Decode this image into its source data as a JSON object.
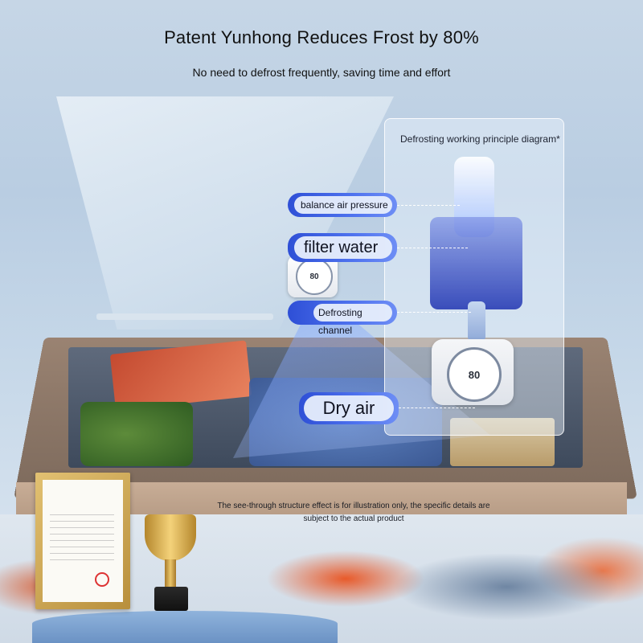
{
  "header": {
    "title": "Patent Yunhong Reduces Frost by 80%",
    "subtitle": "No need to defrost frequently, saving time and effort"
  },
  "diagram": {
    "title": "Defrosting working principle diagram*",
    "device_readout_large": "80",
    "device_readout_small": "80",
    "labels": {
      "balance_air_pressure": "balance air pressure",
      "filter_water": "filter water",
      "defrosting_channel": "Defrosting channel",
      "dry_air": "Dry air"
    },
    "icons": {
      "defrosting_channel": "snowflake-icon"
    }
  },
  "disclaimer": "The see-through structure effect is for illustration only, the specific details are subject to the actual product",
  "colors": {
    "pill_blue": "#3c64e4",
    "pill_text_bg": "#ecf2fc",
    "frame_gold": "#d4ad5a"
  }
}
